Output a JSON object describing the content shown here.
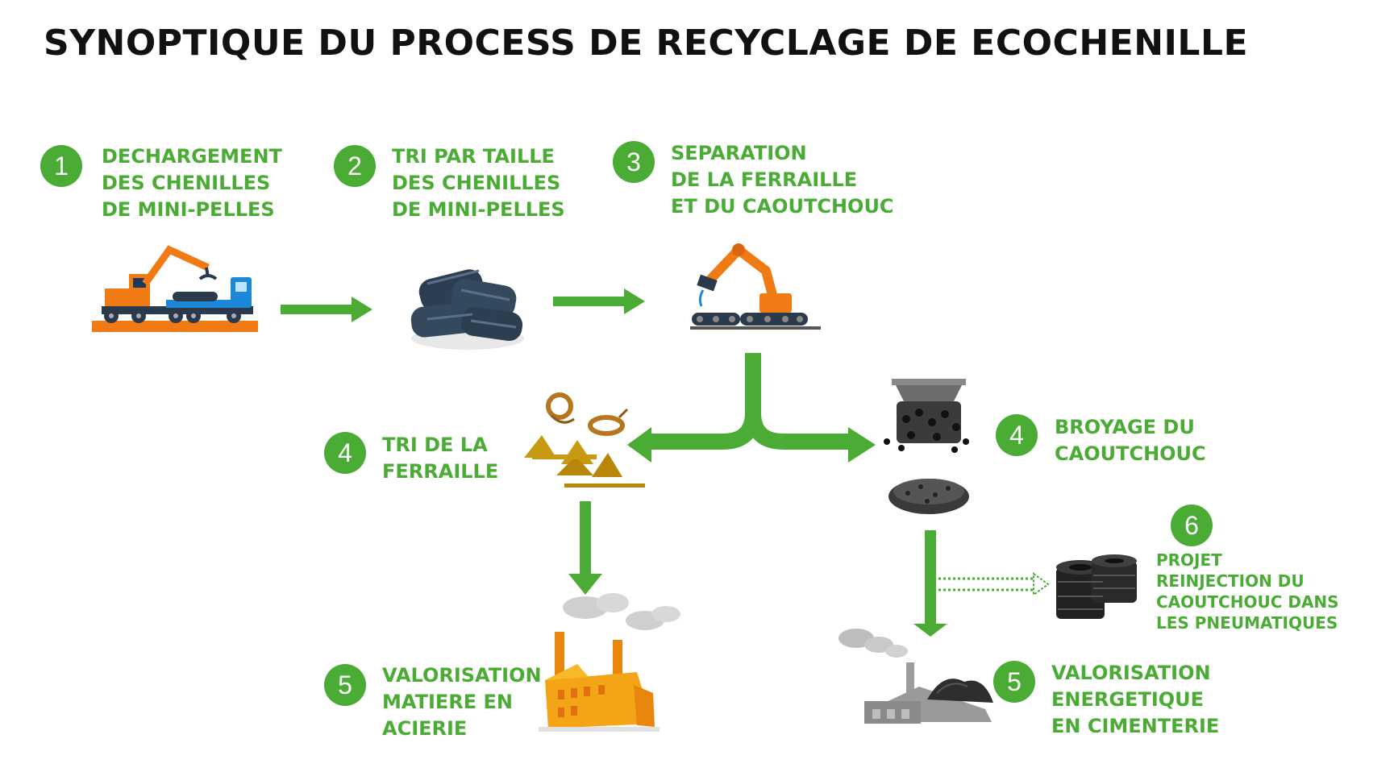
{
  "title": "SYNOPTIQUE DU PROCESS DE RECYCLAGE DE ECOCHENILLE",
  "colors": {
    "green": "#4aac34",
    "orange": "#f07a14",
    "dark": "#2a3a4a"
  },
  "steps": [
    {
      "number": "1",
      "lines": [
        "DECHARGEMENT",
        "DES CHENILLES",
        "DE MINI-PELLES"
      ],
      "icon": "truck-excavator-icon"
    },
    {
      "number": "2",
      "lines": [
        "TRI PAR TAILLE",
        "DES CHENILLES",
        "DE MINI-PELLES"
      ],
      "icon": "track-pile-icon"
    },
    {
      "number": "3",
      "lines": [
        "SEPARATION",
        "DE LA FERRAILLE",
        "ET DU CAOUTCHOUC"
      ],
      "icon": "robot-arm-icon"
    },
    {
      "number": "4",
      "lines": [
        "TRI DE LA",
        "FERRAILLE"
      ],
      "icon": "scrap-pile-icon"
    },
    {
      "number": "4",
      "lines": [
        "BROYAGE DU",
        "CAOUTCHOUC"
      ],
      "icon": "shredder-icon"
    },
    {
      "number": "5",
      "lines": [
        "VALORISATION",
        "MATIERE EN",
        "ACIERIE"
      ],
      "icon": "steel-factory-icon"
    },
    {
      "number": "5",
      "lines": [
        "VALORISATION",
        "ENERGETIQUE",
        "EN CIMENTERIE"
      ],
      "icon": "cement-plant-icon"
    },
    {
      "number": "6",
      "lines": [
        "PROJET",
        "REINJECTION DU",
        "CAOUTCHOUC DANS",
        "LES PNEUMATIQUES"
      ],
      "icon": "tires-icon"
    }
  ]
}
